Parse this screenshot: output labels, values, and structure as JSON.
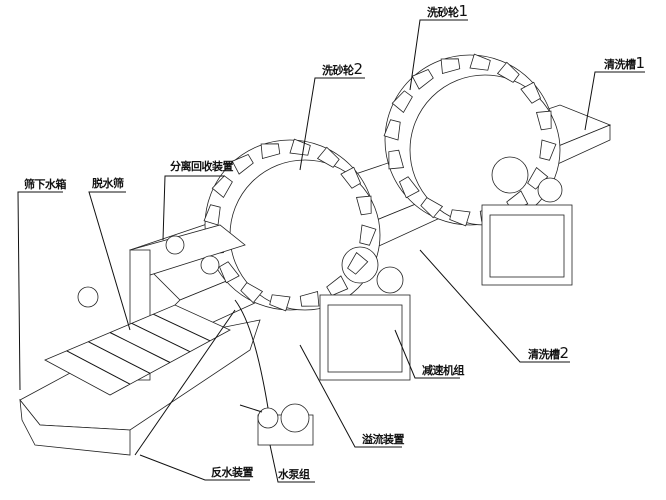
{
  "labels": {
    "sand_wheel_1": {
      "text": "洗砂轮",
      "num": "1"
    },
    "sand_wheel_2": {
      "text": "洗砂轮",
      "num": "2"
    },
    "wash_tank_1": {
      "text": "清洗槽",
      "num": "1"
    },
    "wash_tank_2": {
      "text": "清洗槽",
      "num": "2"
    },
    "separation_recovery": "分离回收装置",
    "dewatering_screen": "脱水筛",
    "under_screen_tank": "筛下水箱",
    "reducer_unit": "减速机组",
    "overflow_device": "溢流装置",
    "backwater_device": "反水装置",
    "pump_unit": "水泵组"
  }
}
